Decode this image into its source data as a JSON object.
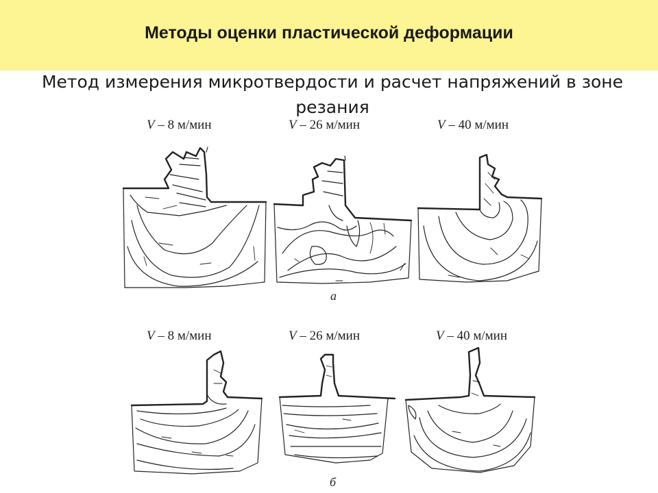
{
  "slide": {
    "title": "Методы оценки пластической деформации",
    "subtitle": "Метод измерения микротвердости и расчет напряжений в зоне резания"
  },
  "figure": {
    "row_a": {
      "letter": "а",
      "panels": [
        {
          "v_symbol": "V",
          "speed_text": "– 8 м/мин"
        },
        {
          "v_symbol": "V",
          "speed_text": "– 26 м/мин"
        },
        {
          "v_symbol": "V",
          "speed_text": "– 40 м/мин"
        }
      ]
    },
    "row_b": {
      "letter": "б",
      "panels": [
        {
          "v_symbol": "V",
          "speed_text": "– 8 м/мин"
        },
        {
          "v_symbol": "V",
          "speed_text": "– 26 м/мин"
        },
        {
          "v_symbol": "V",
          "speed_text": "– 40 м/мин"
        }
      ]
    }
  }
}
